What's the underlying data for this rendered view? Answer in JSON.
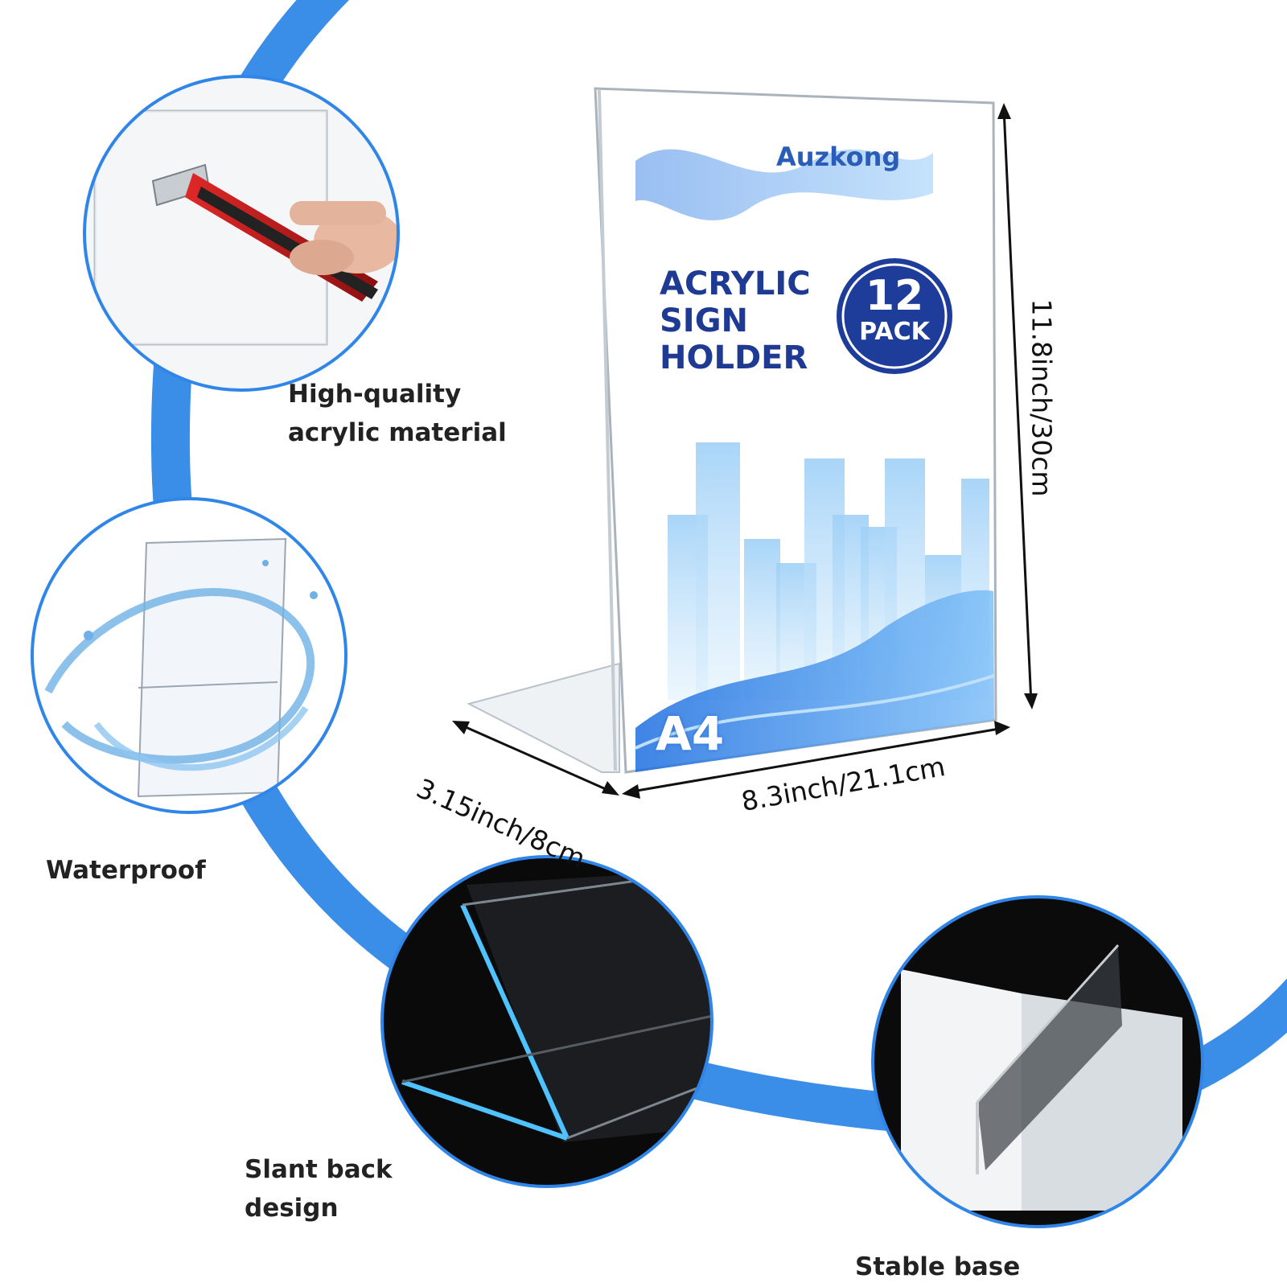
{
  "brand": "Auzkong",
  "product": {
    "title_lines": [
      "ACRYLIC",
      "SIGN",
      "HOLDER"
    ],
    "pack_count": "12",
    "pack_word": "PACK",
    "size": "A4"
  },
  "dimensions": {
    "height": "11.8inch/30cm",
    "width": "8.3inch/21.1cm",
    "depth": "3.15inch/8cm"
  },
  "features": [
    {
      "line1": "High-quality",
      "line2": "acrylic material"
    },
    {
      "line1": "Waterproof"
    },
    {
      "line1": "Slant back",
      "line2": "design"
    },
    {
      "line1": "Stable base"
    }
  ],
  "colors": {
    "connector_blue": "#3a8ee8",
    "circle_border": "#2f86e8",
    "sign_navy": "#1f3a93",
    "badge_navy": "#1e3c9a",
    "sign_light_blue": "#8cc4f4"
  }
}
